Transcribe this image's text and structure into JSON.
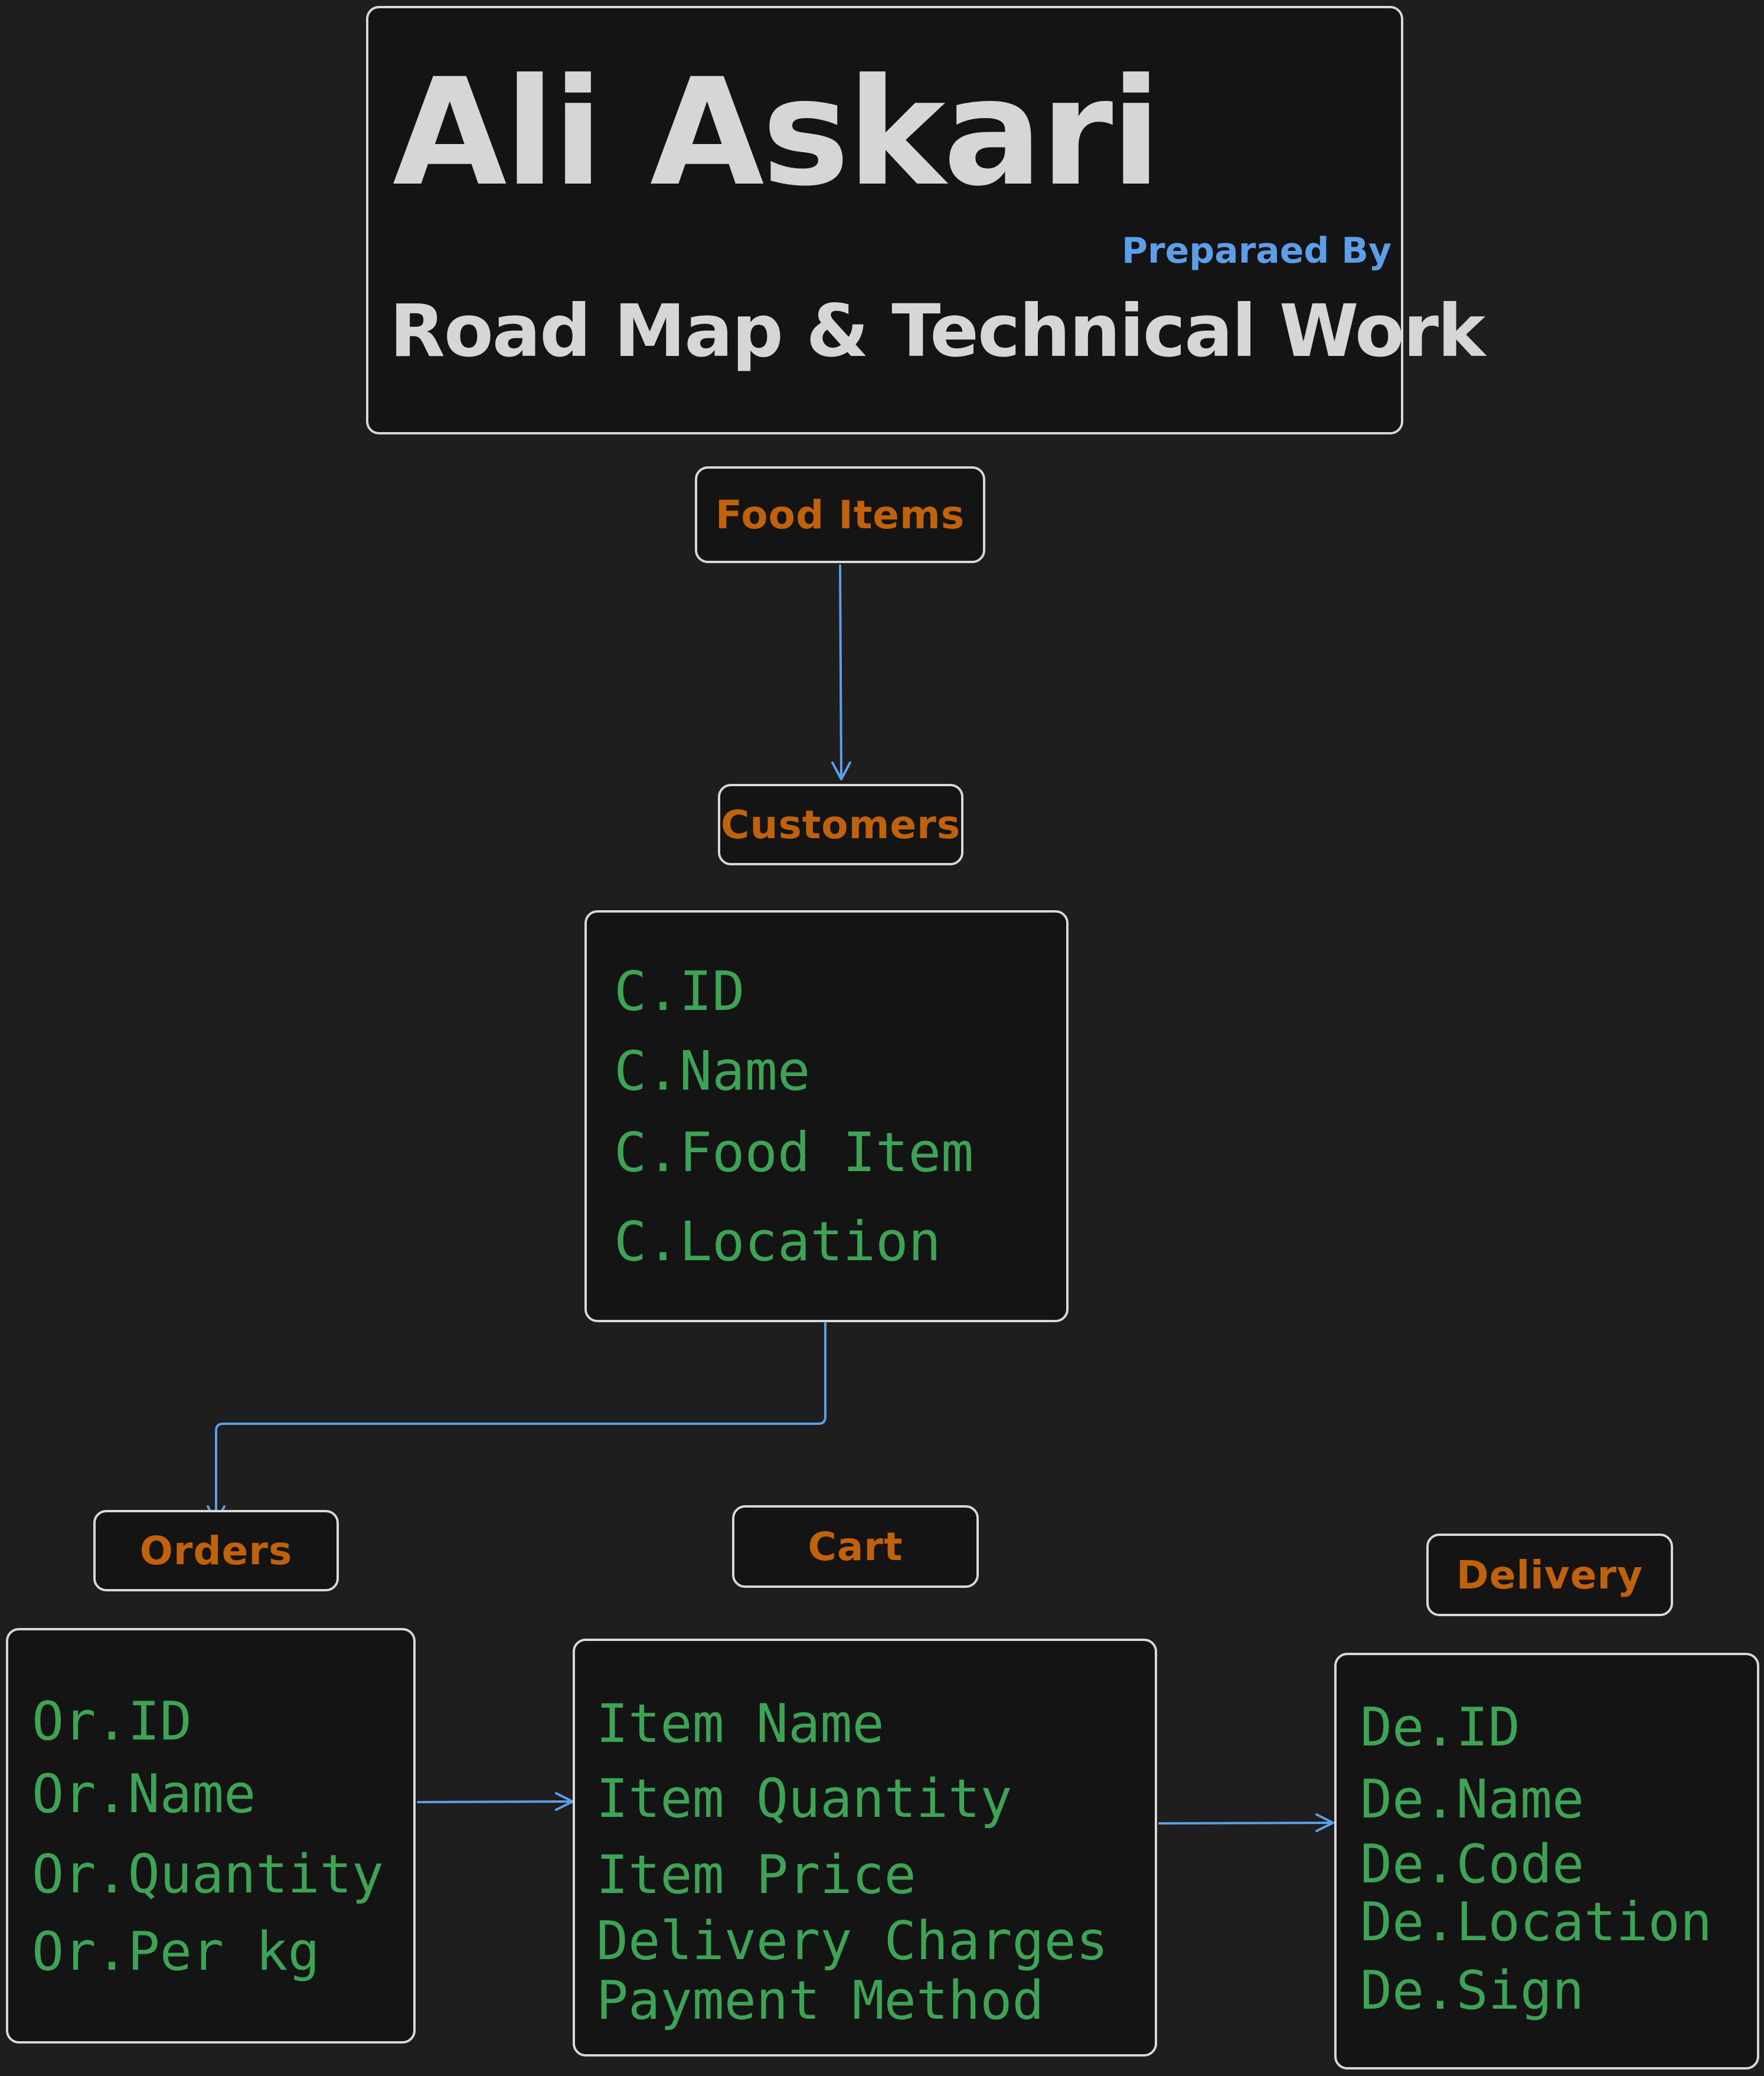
{
  "title": {
    "name": "Ali Askari",
    "prepared_by": "Preparaed By",
    "subtitle": "Road Map & Technical Work"
  },
  "entities": {
    "food_items": {
      "label": "Food Items"
    },
    "customers": {
      "label": "Customers",
      "fields": [
        "C.ID",
        "C.Name",
        "C.Food Item",
        "C.Location"
      ]
    },
    "orders": {
      "label": "Orders",
      "fields": [
        "Or.ID",
        "Or.Name",
        "Or.Quantity",
        "Or.Per kg"
      ]
    },
    "cart": {
      "label": "Cart",
      "fields": [
        "Item Name",
        "Item Quantity",
        "Item Price",
        "Delivery Charges",
        "Payment Method"
      ]
    },
    "delivery": {
      "label": "Delivery",
      "fields": [
        "De.ID",
        "De.Name",
        "De.Code",
        "De.Location",
        "De.Sign"
      ]
    }
  },
  "colors": {
    "background": "#1e1e1e",
    "box_border": "#d8d8d8",
    "title_text": "#d6d6d6",
    "prepared_by_text": "#5d9ee8",
    "entity_label": "#c0620b",
    "field_text": "#3ea455",
    "arrow": "#5d9ee8"
  }
}
